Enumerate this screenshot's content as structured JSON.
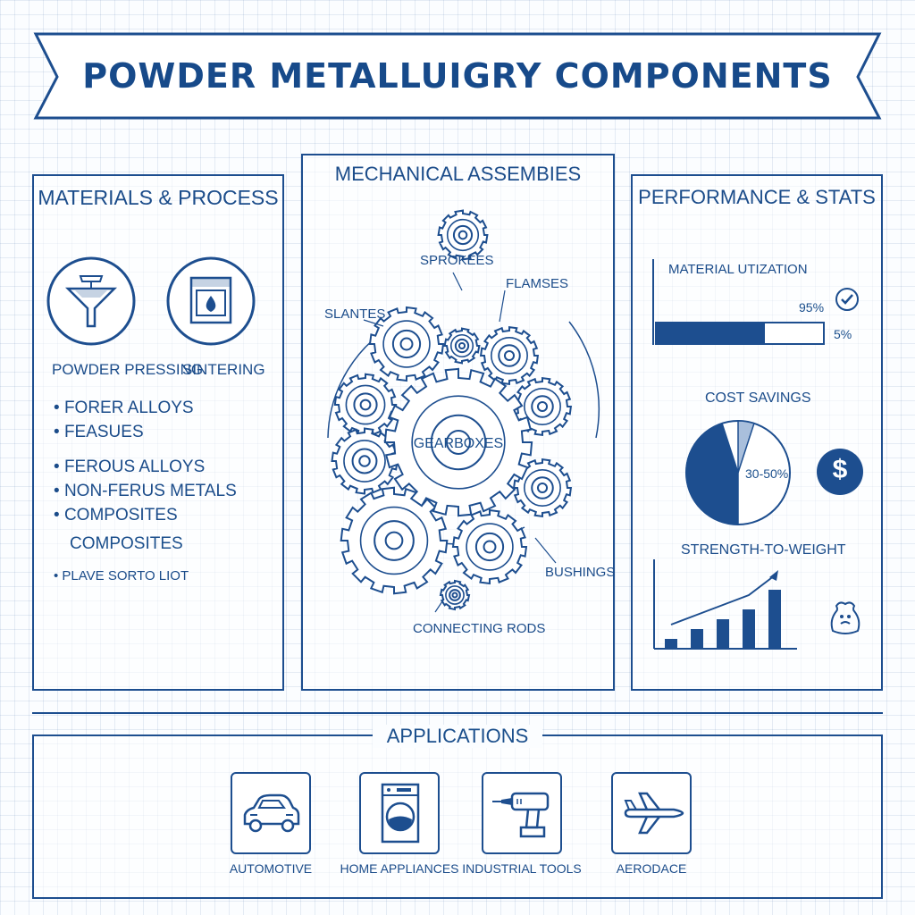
{
  "title": "POWDER METALLUIGRY COMPONENTS",
  "materials": {
    "heading": "MATERIALS & PROCESS",
    "process_labels": [
      "POWDER PRESSING",
      "SINTERING"
    ],
    "icons": [
      "funnel-icon",
      "furnace-icon"
    ],
    "bullets_a": [
      "FORER ALLOYS",
      "FEASUES"
    ],
    "bullets_b": [
      "FEROUS ALLOYS",
      "NON-FERUS METALS",
      "COMPOSITES"
    ],
    "subheading": "COMPOSITES",
    "footnote": "PLAVE SORTO LIOT"
  },
  "assemblies": {
    "heading": "MECHANICAL ASSEMBIES",
    "center": "GEARBOXES",
    "labels": {
      "sprockets": "SPROKEES",
      "flanges": "FLAMSES",
      "slantes": "SLANTES",
      "bushings": "BUSHINGS",
      "rods": "CONNECTING RODS"
    }
  },
  "performance": {
    "heading": "PERFORMANCE & STATS",
    "utilization": {
      "title": "MATERIAL UTIZATION",
      "value_label": "95%",
      "remainder_label": "5%",
      "fill_fraction": 0.65
    },
    "cost": {
      "title": "COST SAVINGS",
      "label": "30-50%",
      "dark_share": 0.45,
      "light_share": 0.05,
      "currency_symbol": "$"
    },
    "strength": {
      "title": "STRENGTH-TO-WEIGHT",
      "bars": [
        1,
        2,
        3,
        4,
        6
      ]
    }
  },
  "applications": {
    "heading": "APPLICATIONS",
    "items": [
      {
        "label": "AUTOMOTIVE",
        "icon": "car-icon"
      },
      {
        "label": "HOME APPLIANCES",
        "icon": "washing-machine-icon"
      },
      {
        "label": "INDUSTRIAL TOOLS",
        "icon": "drill-icon"
      },
      {
        "label": "AERODACE",
        "icon": "airplane-icon"
      }
    ]
  },
  "colors": {
    "primary": "#1d4e8f",
    "light": "#a9bfdc",
    "background": "#fbfdff"
  }
}
